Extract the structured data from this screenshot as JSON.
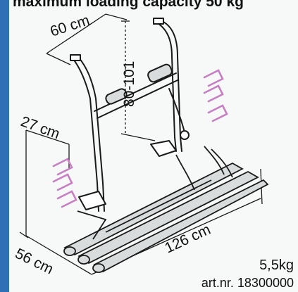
{
  "caption_top": "maximum loading capacity 50 kg",
  "dimensions": {
    "width_top": "60 cm",
    "height": "80-101",
    "depth_arm": "27 cm",
    "length": "126 cm",
    "width_base": "56 cm"
  },
  "weight": "5,5kg",
  "article_number": "art.nr. 18300000",
  "colors": {
    "left_bar": "#2f6fb6",
    "accent_holder": "#c77fc4",
    "line": "#1a1a1a",
    "rail_fill": "#d9dcdc"
  },
  "icons": [
    "bike-carrier-illustration",
    "holder-claw-icon"
  ]
}
